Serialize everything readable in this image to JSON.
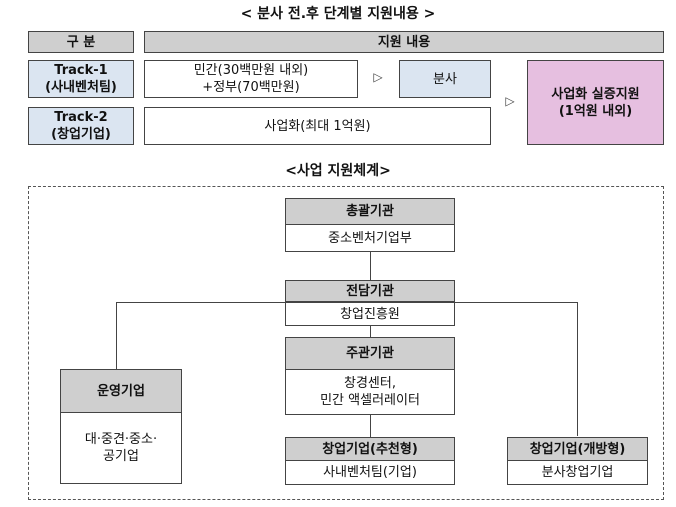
{
  "top_title": "< 분사 전.후 단계별 지원내용 >",
  "table": {
    "header_col1": "구 분",
    "header_col2": "지원 내용",
    "track1_name": "Track-1",
    "track1_sub": "(사내벤처팀)",
    "track2_name": "Track-2",
    "track2_sub": "(창업기업)",
    "track1_support_line1": "민간(30백만원 내외)",
    "track1_support_line2": "+정부(70백만원)",
    "spinoff": "분사",
    "track2_support": "사업화(최대 1억원)",
    "final_line1": "사업화 실증지원",
    "final_line2": "(1억원 내외)",
    "arrow": "▷"
  },
  "bottom_title": "<사업 지원체계>",
  "org": {
    "top_head": "총괄기관",
    "top_body": "중소벤처기업부",
    "mid_head": "전담기관",
    "mid_body": "창업진흥원",
    "main_head": "주관기관",
    "main_body_line1": "창경센터,",
    "main_body_line2": "민간 액셀러레이터",
    "operator_head": "운영기업",
    "operator_body_line1": "대·중견·중소·",
    "operator_body_line2": "공기업",
    "startup_rec_head": "창업기업(추천형)",
    "startup_rec_body": "사내벤처팀(기업)",
    "startup_open_head": "창업기업(개방형)",
    "startup_open_body": "분사창업기업"
  }
}
